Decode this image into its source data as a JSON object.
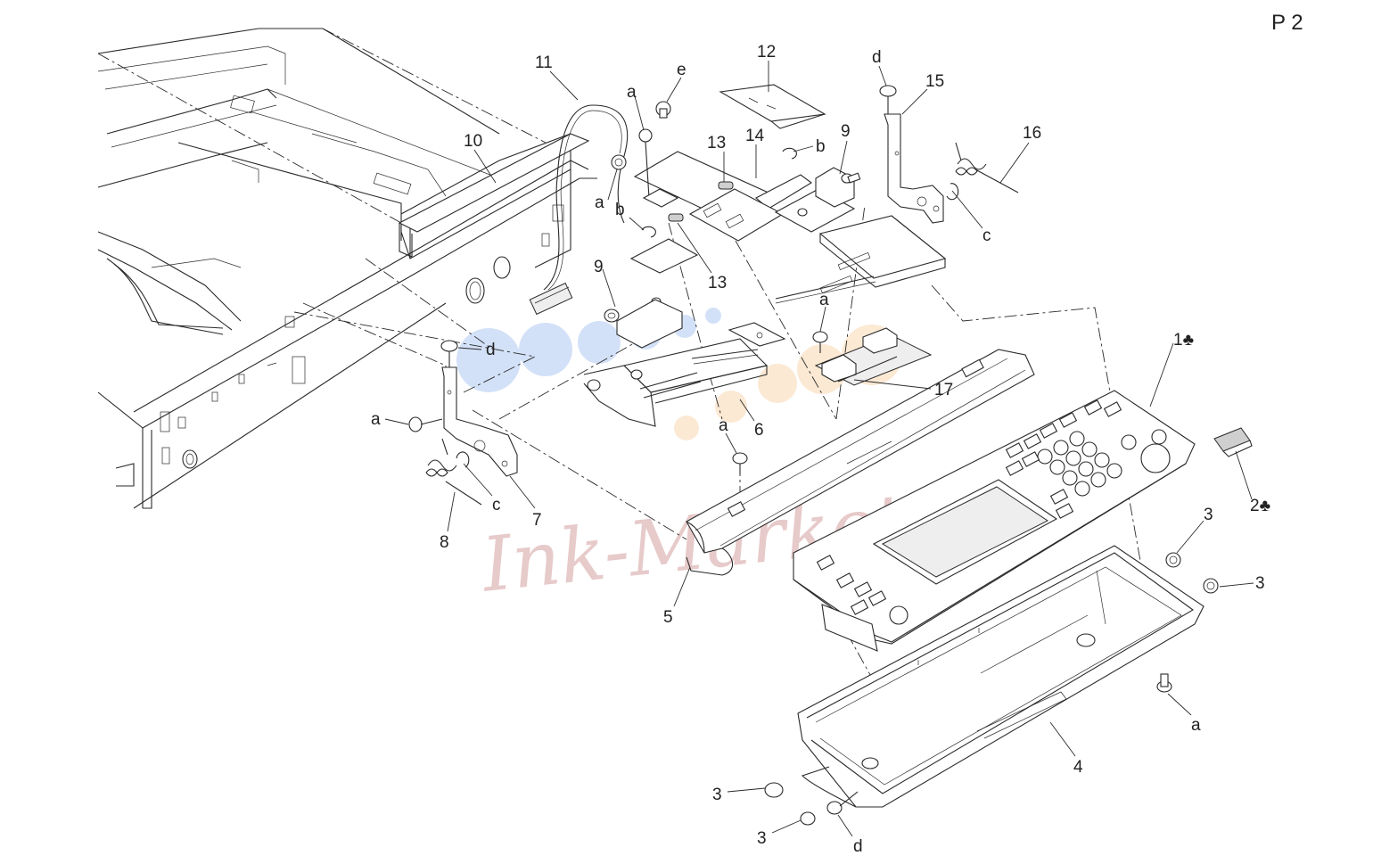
{
  "page_label": "P 2",
  "watermark": "Ink-Market",
  "callouts": [
    {
      "id": "c-11",
      "text": "11"
    },
    {
      "id": "c-12",
      "text": "12"
    },
    {
      "id": "c-10",
      "text": "10"
    },
    {
      "id": "c-a1",
      "text": "a"
    },
    {
      "id": "c-e",
      "text": "e"
    },
    {
      "id": "c-13a",
      "text": "13"
    },
    {
      "id": "c-14",
      "text": "14"
    },
    {
      "id": "c-b1",
      "text": "b"
    },
    {
      "id": "c-9a",
      "text": "9"
    },
    {
      "id": "c-d1",
      "text": "d"
    },
    {
      "id": "c-15",
      "text": "15"
    },
    {
      "id": "c-16",
      "text": "16"
    },
    {
      "id": "c-c1",
      "text": "c"
    },
    {
      "id": "c-a2",
      "text": "a"
    },
    {
      "id": "c-b2",
      "text": "b"
    },
    {
      "id": "c-13b",
      "text": "13"
    },
    {
      "id": "c-9b",
      "text": "9"
    },
    {
      "id": "c-a3",
      "text": "a"
    },
    {
      "id": "c-d2",
      "text": "d"
    },
    {
      "id": "c-a4",
      "text": "a"
    },
    {
      "id": "c-17",
      "text": "17"
    },
    {
      "id": "c-1",
      "text": "1♣"
    },
    {
      "id": "c-6",
      "text": "6"
    },
    {
      "id": "c-a5",
      "text": "a"
    },
    {
      "id": "c-2",
      "text": "2♣"
    },
    {
      "id": "c-3a",
      "text": "3"
    },
    {
      "id": "c-3b",
      "text": "3"
    },
    {
      "id": "c-c2",
      "text": "c"
    },
    {
      "id": "c-7",
      "text": "7"
    },
    {
      "id": "c-8",
      "text": "8"
    },
    {
      "id": "c-5",
      "text": "5"
    },
    {
      "id": "c-a6",
      "text": "a"
    },
    {
      "id": "c-4",
      "text": "4"
    },
    {
      "id": "c-3c",
      "text": "3"
    },
    {
      "id": "c-3d",
      "text": "3"
    },
    {
      "id": "c-d3",
      "text": "d"
    }
  ]
}
